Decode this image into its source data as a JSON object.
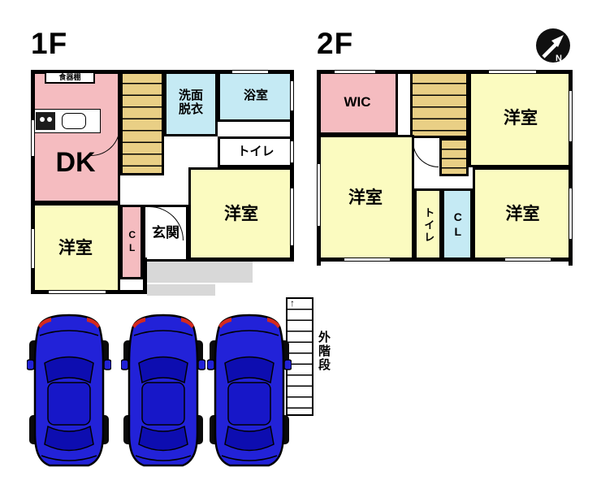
{
  "titles": {
    "floor1": "1F",
    "floor2": "2F"
  },
  "compass": {
    "north": "N"
  },
  "floor1": {
    "cupboard": "食器棚",
    "dk": "DK",
    "washroom": "洗面\n脱衣",
    "bath": "浴室",
    "toilet": "トイレ",
    "western_right": "洋室",
    "entrance": "玄関",
    "closet": "CL",
    "western_left": "洋室"
  },
  "floor2": {
    "wic": "WIC",
    "western_top_right": "洋室",
    "western_left": "洋室",
    "toilet": "トイレ",
    "closet": "CL",
    "western_bottom_right": "洋室"
  },
  "exterior": {
    "outside_stairs": "外階段",
    "direction_arrow": "↑"
  },
  "colors": {
    "room_yellow": "#fbfbc0",
    "room_pink": "#f5bcc0",
    "room_blue": "#c5eaf4",
    "stairs_tan": "#e9cf85",
    "porch_gray": "#d8d8d8",
    "car_blue": "#2222d8",
    "wall_black": "#000000"
  }
}
